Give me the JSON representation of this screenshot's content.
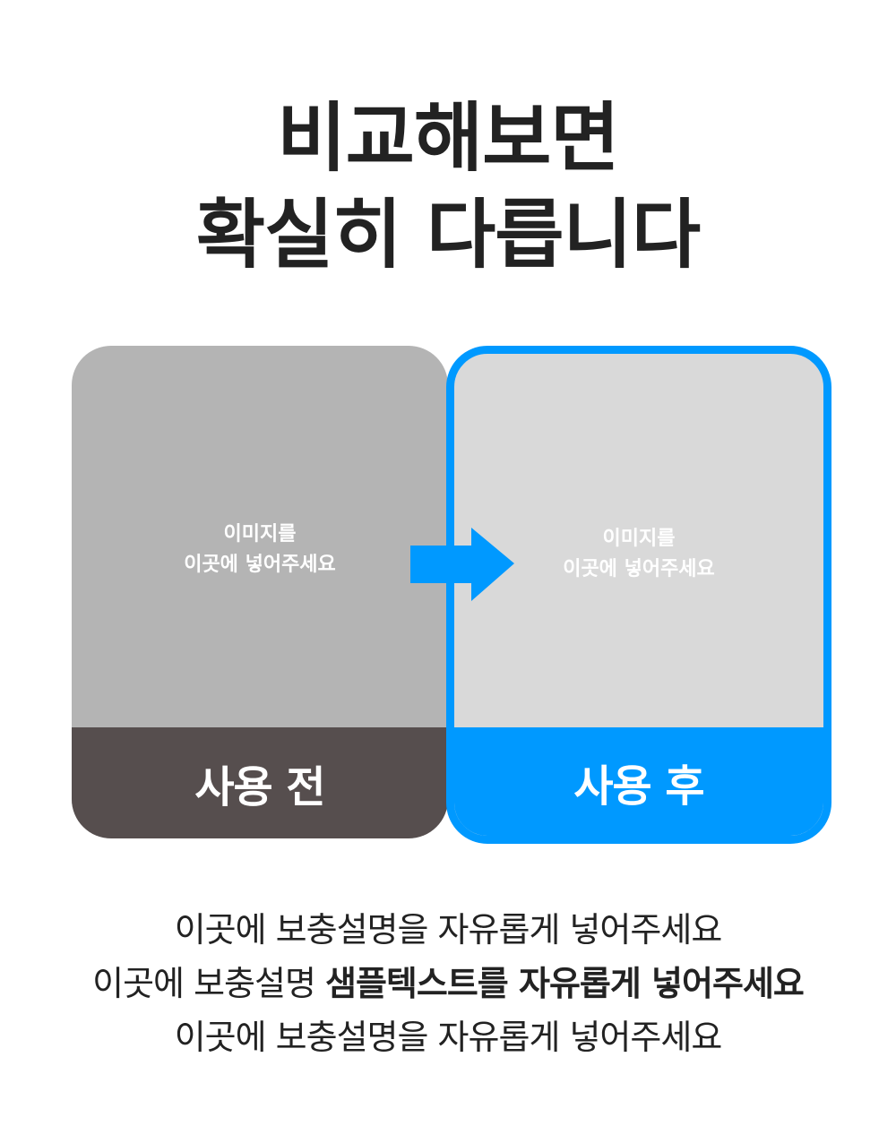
{
  "headline": {
    "line1": "비교해보면",
    "line2": "확실히 다릅니다"
  },
  "before_card": {
    "placeholder_line1": "이미지를",
    "placeholder_line2": "이곳에 넣어주세요",
    "label": "사용 전"
  },
  "after_card": {
    "placeholder_line1": "이미지를",
    "placeholder_line2": "이곳에 넣어주세요",
    "label": "사용 후"
  },
  "arrow": {
    "icon": "arrow-right-icon",
    "color": "#0099ff"
  },
  "description": {
    "line1": "이곳에 보충설명을 자유롭게 넣어주세요",
    "line2_regular": "이곳에 보충설명 ",
    "line2_bold": "샘플텍스트를 자유롭게 넣어주세요",
    "line3": "이곳에 보충설명을 자유롭게 넣어주세요"
  },
  "colors": {
    "accent": "#0099ff",
    "before_footer": "#564e4e",
    "before_image": "#b4b4b4",
    "after_image": "#d9d9d9",
    "text": "#222222"
  }
}
